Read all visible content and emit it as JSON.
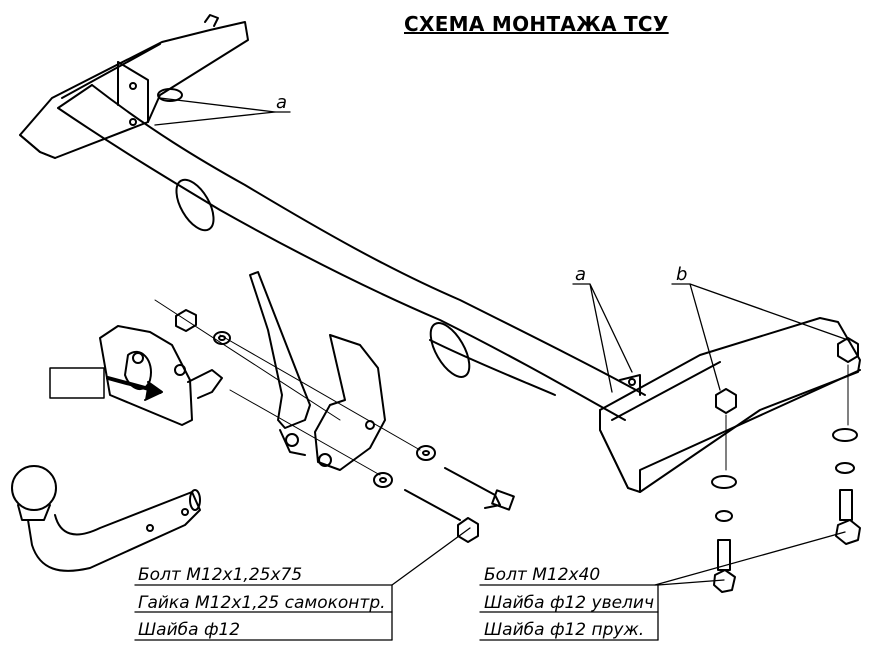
{
  "title": "СХЕМА МОНТАЖА ТСУ",
  "callouts": {
    "a_upper": "a",
    "a_lower": "a",
    "b": "b"
  },
  "parts_left": [
    "Болт М12х1,25х75",
    "Гайка М12х1,25 самоконтр.",
    "Шайба ф12"
  ],
  "parts_right": [
    "Болт М12х40",
    "Шайба ф12 увелич",
    "Шайба ф12 пруж."
  ]
}
